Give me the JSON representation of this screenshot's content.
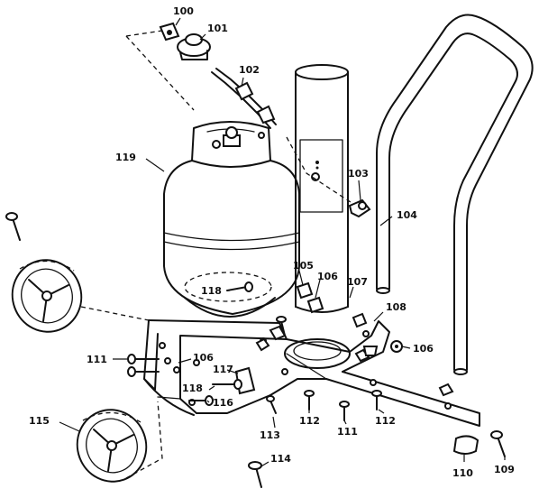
{
  "part_labels": [
    {
      "id": "p100",
      "text": "100"
    },
    {
      "id": "p101",
      "text": "101"
    },
    {
      "id": "p102",
      "text": "102"
    },
    {
      "id": "p103",
      "text": "103"
    },
    {
      "id": "p104",
      "text": "104"
    },
    {
      "id": "p105",
      "text": "105"
    },
    {
      "id": "p106a",
      "text": "106"
    },
    {
      "id": "p106b",
      "text": "106"
    },
    {
      "id": "p106c",
      "text": "106"
    },
    {
      "id": "p107",
      "text": "107"
    },
    {
      "id": "p108",
      "text": "108"
    },
    {
      "id": "p109",
      "text": "109"
    },
    {
      "id": "p110",
      "text": "110"
    },
    {
      "id": "p111a",
      "text": "111"
    },
    {
      "id": "p111b",
      "text": "111"
    },
    {
      "id": "p112a",
      "text": "112"
    },
    {
      "id": "p112b",
      "text": "112"
    },
    {
      "id": "p113",
      "text": "113"
    },
    {
      "id": "p114",
      "text": "114"
    },
    {
      "id": "p115",
      "text": "115"
    },
    {
      "id": "p116",
      "text": "116"
    },
    {
      "id": "p117",
      "text": "117"
    },
    {
      "id": "p118a",
      "text": "118"
    },
    {
      "id": "p118b",
      "text": "118"
    },
    {
      "id": "p119",
      "text": "119"
    }
  ]
}
